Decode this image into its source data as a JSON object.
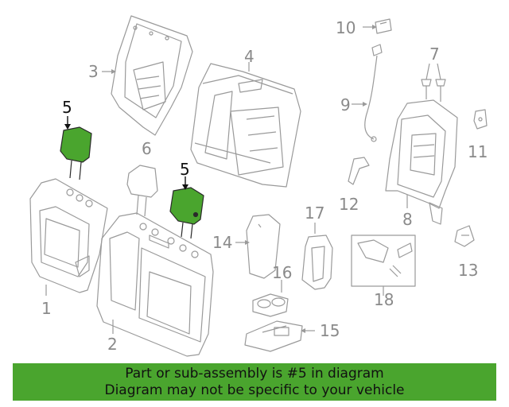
{
  "callouts": {
    "c1": "1",
    "c2": "2",
    "c3": "3",
    "c4": "4",
    "c5a": "5",
    "c5b": "5",
    "c6": "6",
    "c7": "7",
    "c8": "8",
    "c9": "9",
    "c10": "10",
    "c11": "11",
    "c12": "12",
    "c13": "13",
    "c14": "14",
    "c15": "15",
    "c16": "16",
    "c17": "17",
    "c18": "18"
  },
  "banner": {
    "line1": "Part or sub-assembly is #5 in diagram",
    "line2": "Diagram may not be specific to your vehicle"
  },
  "colors": {
    "outline": "#9a9a9a",
    "highlight_fill": "#4aa52e",
    "banner_bg": "#4aa52e",
    "label_gray": "#8a8a8a",
    "label_dark": "#111111"
  }
}
